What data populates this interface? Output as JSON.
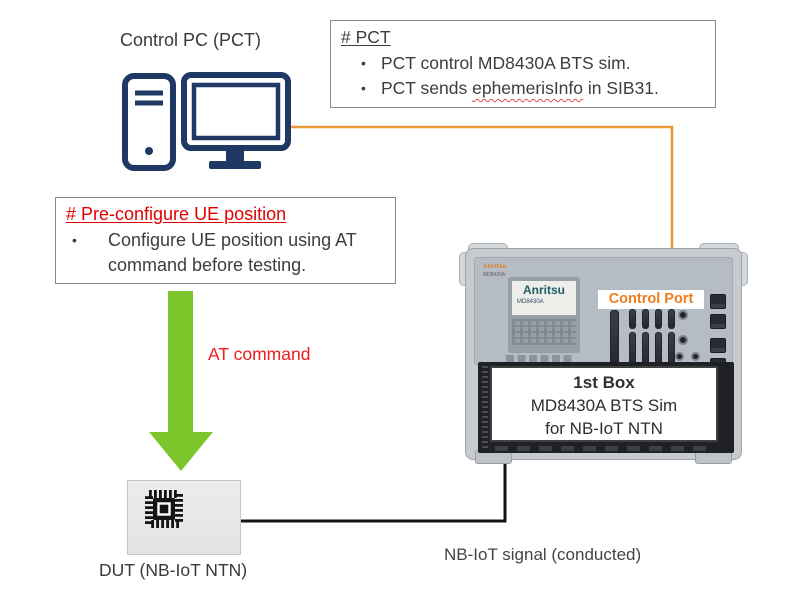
{
  "labels": {
    "control_pc": "Control PC (PCT)",
    "at_command": "AT command",
    "dut": "DUT (NB-IoT NTN)",
    "nbiot_signal": "NB-IoT signal (conducted)",
    "control_port": "Control Port"
  },
  "pct_note": {
    "heading": "# PCT",
    "bullet1": "PCT control MD8430A BTS sim.",
    "bullet2_prefix": "PCT sends ",
    "bullet2_word": "ephemerisInfo",
    "bullet2_suffix": " in SIB31."
  },
  "pre_note": {
    "heading": "# Pre-configure UE position",
    "bullet": "Configure UE position using AT command before testing."
  },
  "instrument": {
    "brand": "Anritsu",
    "panel_brand": "Anritsu",
    "screen_model": "MD8430A",
    "first_box": {
      "line1": "1st Box",
      "line2": "MD8430A BTS Sim",
      "line3": "for NB-IoT NTN"
    }
  },
  "ui": {
    "bullet": "•"
  },
  "colors": {
    "orange_line": "#E8993A",
    "control_port_orange": "#F07D1A",
    "arrow_green": "#7CC62C",
    "text_red": "#EE1C1C",
    "heading_red": "#E00000",
    "pc_navy": "#1F3864"
  }
}
